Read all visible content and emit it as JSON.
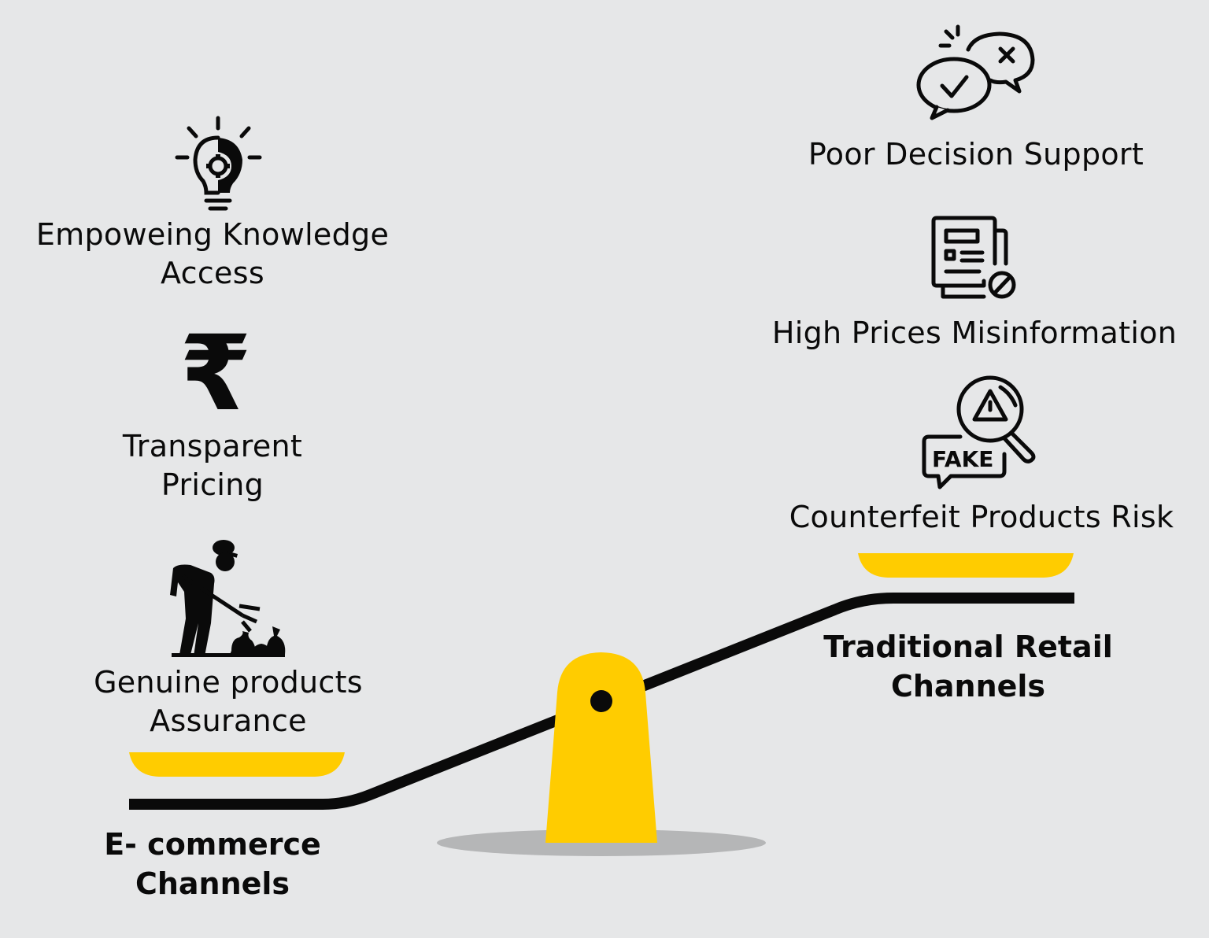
{
  "colors": {
    "background": "#e6e7e8",
    "accent_yellow": "#ffcc00",
    "ink": "#0a0a0a",
    "shadow": "#b5b6b7"
  },
  "left_side": {
    "channel_label": [
      "E- commerce",
      "Channels"
    ],
    "items": [
      {
        "icon": "lightbulb-gear-icon",
        "label": [
          "Empoweing Knowledge",
          "Access"
        ]
      },
      {
        "icon": "rupee-icon",
        "label": [
          "Transparent",
          "Pricing"
        ]
      },
      {
        "icon": "farmer-icon",
        "label": [
          "Genuine products",
          "Assurance"
        ]
      }
    ]
  },
  "right_side": {
    "channel_label": [
      "Traditional Retail",
      "Channels"
    ],
    "items": [
      {
        "icon": "speech-bubbles-check-cross-icon",
        "label": [
          "Poor Decision Support"
        ]
      },
      {
        "icon": "document-blocked-icon",
        "label": [
          "High Prices Misinformation"
        ]
      },
      {
        "icon": "fake-magnifier-warning-icon",
        "label": [
          "Counterfeit Products Risk"
        ],
        "badge": "FAKE"
      }
    ]
  }
}
